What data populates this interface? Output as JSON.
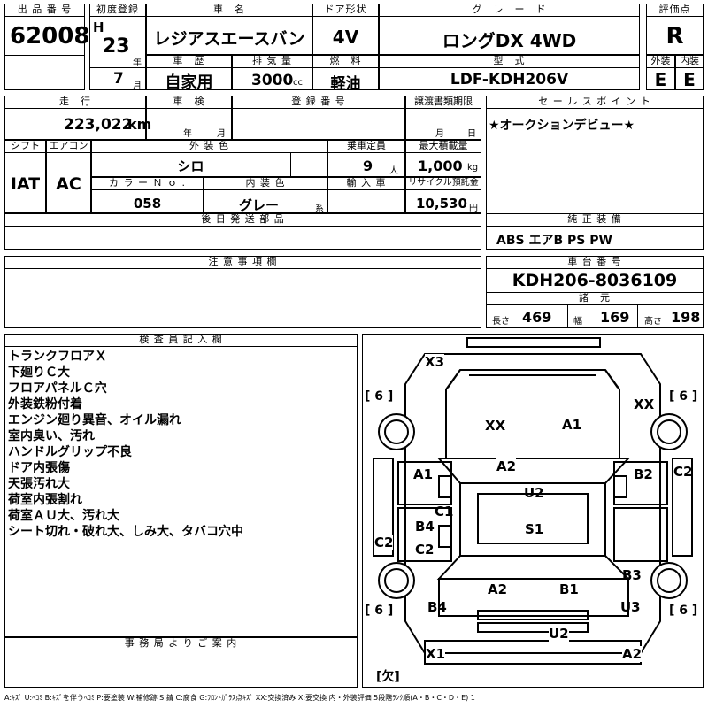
{
  "headers": {
    "lot_no": "出 品 番 号",
    "first_reg": "初度登録",
    "car_name": "車　名",
    "door": "ドア形状",
    "grade": "グ　レ　ー　ド",
    "score": "評価点",
    "history": "車　歴",
    "displacement": "排 気 量",
    "fuel": "燃　料",
    "model_code": "型　式",
    "exterior": "外装",
    "interior": "内装",
    "mileage": "走　行",
    "inspection": "車　検",
    "reg_no": "登 録 番 号",
    "transfer": "譲渡書類期限",
    "sales_point": "セ ー ル ス ポ イ ン ト",
    "shift": "シフト",
    "aircon": "エアコン",
    "ext_color": "外 装 色",
    "capacity": "乗車定員",
    "max_load": "最大積載量",
    "color_no": "カ ラ ー Ｎ ｏ .",
    "int_color": "内 装 色",
    "import": "輸 入 車",
    "recycle": "リサイクル預託金",
    "later_parts": "後 日 発 送 部 品",
    "genuine_eq": "純 正 装 備",
    "caution": "注 意 事 項 欄",
    "chassis_no": "車 台 番 号",
    "specs": "諸　元",
    "inspector": "検 査 員 記 入 欄",
    "office": "事 務 局 よ り ご 案 内"
  },
  "values": {
    "lot_no": "62008",
    "era": "H",
    "reg_year": "23",
    "year_unit": "年",
    "reg_month": "7",
    "month_unit": "月",
    "car_name": "レジアスエースバン",
    "door": "4V",
    "grade": "ロングDX 4WD",
    "score": "R",
    "history": "自家用",
    "displacement": "3000",
    "cc": "cc",
    "fuel": "軽油",
    "model_code": "LDF-KDH206V",
    "exterior": "E",
    "interior": "E",
    "mileage": "223,022",
    "km": "km",
    "insp_year": "年",
    "insp_month": "月",
    "transfer_month": "月",
    "transfer_day": "日",
    "sales_point": "★オークションデビュー★",
    "shift": "IAT",
    "aircon": "AC",
    "ext_color": "シロ",
    "capacity": "9",
    "capacity_unit": "人",
    "max_load": "1,000",
    "kg": "kg",
    "color_no": "058",
    "int_color": "グレー",
    "int_kei": "系",
    "recycle": "10,530",
    "yen": "円",
    "genuine_eq": "ABS エアB PS PW",
    "chassis_no": "KDH206-8036109",
    "length_label": "長さ",
    "length": "469",
    "width_label": "幅",
    "width": "169",
    "height_label": "高さ",
    "height": "198"
  },
  "inspector_notes": [
    "トランクフロアＸ",
    "下廻りＣ大",
    "フロアパネルＣ穴",
    "外装鉄粉付着",
    "エンジン廻り異音、オイル漏れ",
    "室内臭い、汚れ",
    "ハンドルグリップ不良",
    "ドア内張傷",
    "天張汚れ大",
    "荷室内張割れ",
    "荷室ＡＵ大、汚れ大",
    "シート切れ・破れ大、しみ大、タバコ穴中"
  ],
  "diagram": {
    "tires": [
      "[ 6 ]",
      "[ 6 ]",
      "[ 6 ]",
      "[ 6 ]"
    ],
    "marks": [
      "X3",
      "XX",
      "XX",
      "A1",
      "A1",
      "A2",
      "B2",
      "C2",
      "U2",
      "C1",
      "C2",
      "B4",
      "S1",
      "C2",
      "B3",
      "A2",
      "B1",
      "B4",
      "U3",
      "U2",
      "X1",
      "A2"
    ],
    "missing": "[欠]"
  },
  "legend": "A:ｷｽﾞ U:ﾍｺﾐ B:ｷｽﾞを伴うﾍｺﾐ P:要塗装 W:補修跡 S:錆 C:腐食 G:ﾌﾛﾝﾄｶﾞﾗｽ点ｷｽﾞ XX:交換済み X:要交換 内・外装評価 5段階ﾗﾝｸ順(A・B・C・D・E) 1"
}
